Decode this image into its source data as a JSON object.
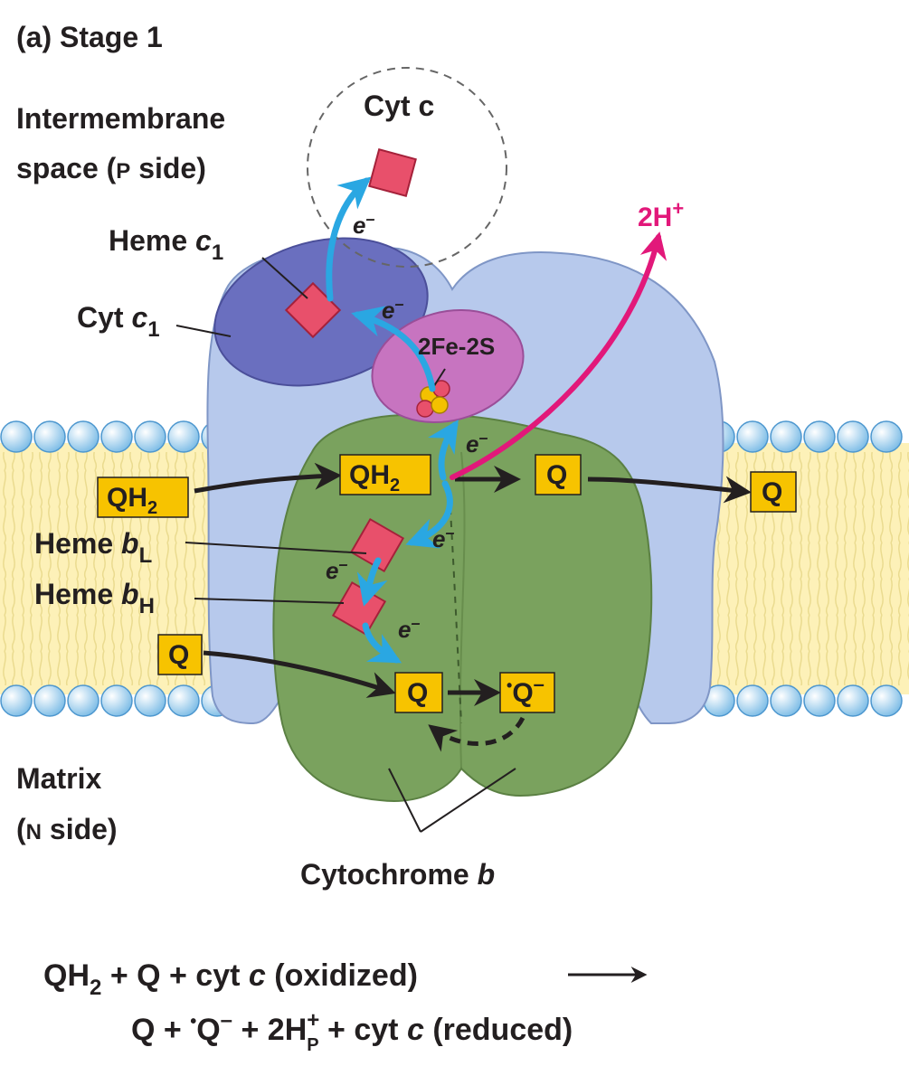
{
  "panel_title": "(a)  Stage 1",
  "sides": {
    "p_side_line1": "Intermembrane",
    "p_side_line2_a": "space (",
    "p_side_line2_b": "P",
    "p_side_line2_c": " side)",
    "n_side_line1": "Matrix",
    "n_side_line2_a": "(",
    "n_side_line2_b": "N",
    "n_side_line2_c": " side)"
  },
  "cyt_c": "Cyt c",
  "proteins": {
    "heme_c1": {
      "name": "Heme ",
      "italic": "c",
      "sub": "1"
    },
    "cyt_c1": {
      "name": "Cyt ",
      "italic": "c",
      "sub": "1"
    },
    "fe_s": "2Fe-2S",
    "heme_bL": {
      "name": "Heme ",
      "italic": "b",
      "sub": "L"
    },
    "heme_bH": {
      "name": "Heme ",
      "italic": "b",
      "sub": "H"
    },
    "cytochrome_b": {
      "name": "Cytochrome ",
      "italic": "b"
    }
  },
  "proton": {
    "text": "2H",
    "sup": "+"
  },
  "electron": {
    "e": "e",
    "sup": "–"
  },
  "quinones": {
    "qh2_in": {
      "main": "QH",
      "sub": "2"
    },
    "qh2_site": {
      "main": "QH",
      "sub": "2"
    },
    "q_out_site": "Q",
    "q_out_pool": "Q",
    "q_in_pool": "Q",
    "q_in_site": "Q",
    "semiquinone": {
      "dot": "•",
      "main": "Q",
      "sup": "–"
    }
  },
  "equation": {
    "line1": {
      "a": "QH",
      "a_sub": "2",
      "b": "+ Q +  cyt ",
      "c_italic": "c",
      "d": " (oxidized)"
    },
    "line2": {
      "a": "Q  +  ",
      "dot": "•",
      "b": "Q",
      "b_sup": "–",
      "c": "  +  2H",
      "c_sup": "+",
      "c_sub": "P",
      "d": "  +  cyt ",
      "e_italic": "c",
      "f": " (reduced)"
    }
  },
  "colors": {
    "membrane": "#fdf1b8",
    "lipid_head": "#a9d3ef",
    "complex_blue": "#b7c9ec",
    "cyt_c1": "#6a6fbf",
    "fes": "#c774c0",
    "cyt_b": "#7aa25e",
    "heme": "#e8506b",
    "q_box": "#f7c300",
    "electron_arrow": "#2aa7e2",
    "proton_arrow": "#e2187a"
  }
}
